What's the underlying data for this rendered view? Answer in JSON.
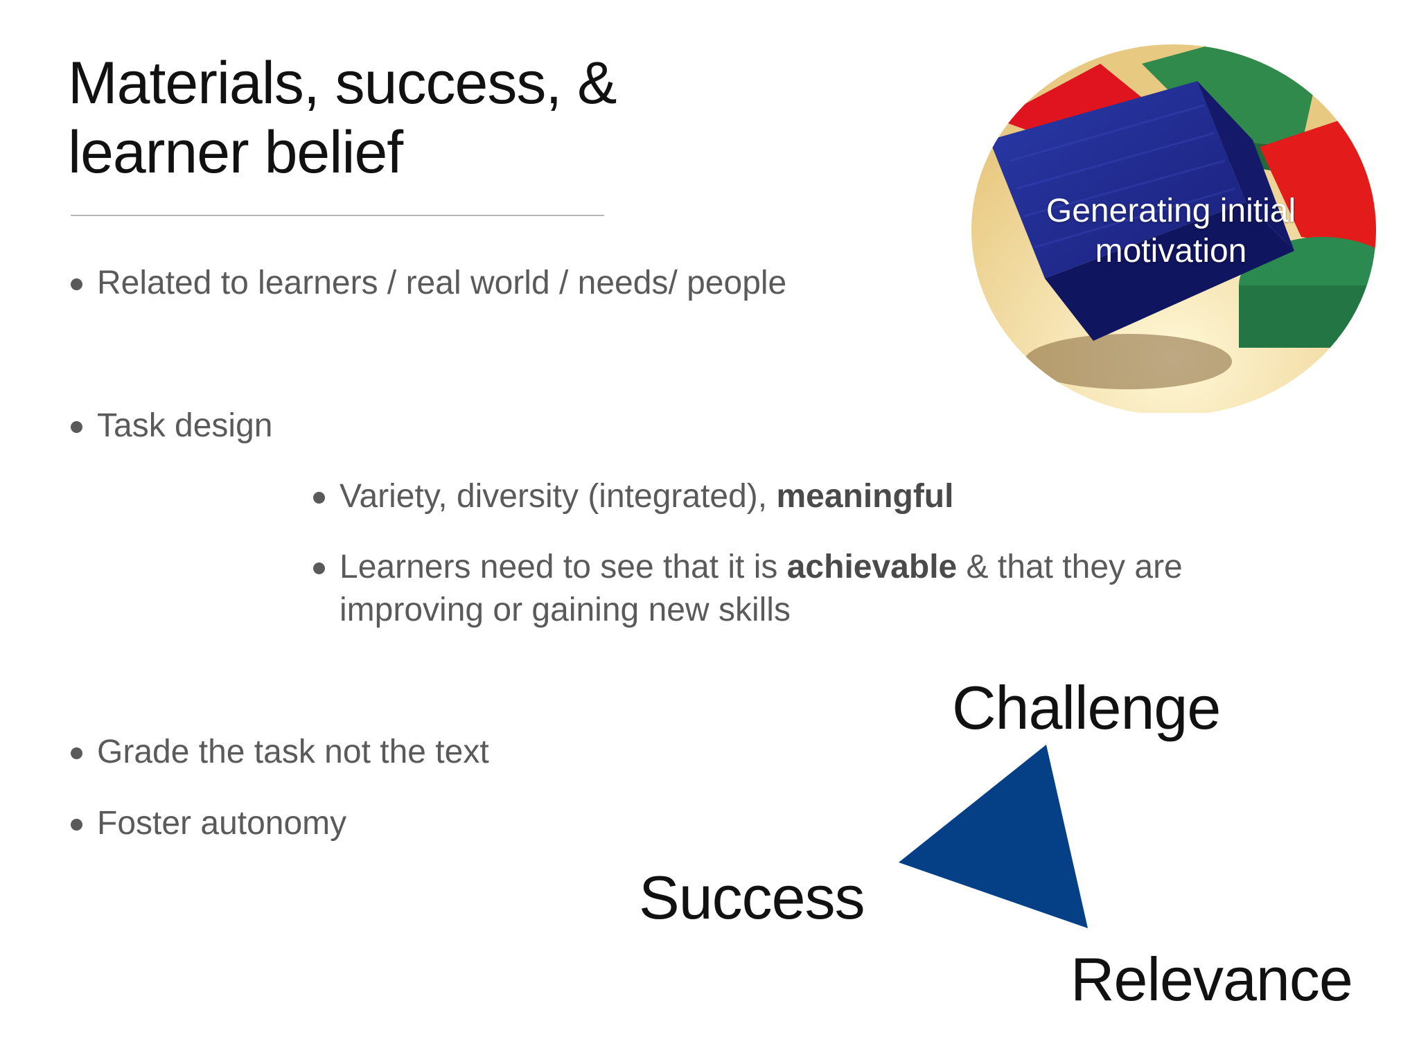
{
  "slide": {
    "title_line1": "Materials, success, &",
    "title_line2": "learner belief",
    "bullets": {
      "b1": "Related to learners / real world / needs/ people",
      "b2": "Task design",
      "b3_text": "Variety, diversity (integrated), ",
      "b3_bold": "meaningful",
      "b4_text1": "Learners need to see that it is ",
      "b4_bold": "achievable",
      "b4_text2": " & that they are improving or gaining new skills",
      "b5": "Grade the task not the text",
      "b6": "Foster autonomy"
    },
    "image": {
      "caption": "Generating initial motivation",
      "icon": "wooden-blocks-photo"
    },
    "triangle": {
      "top_label": "Challenge",
      "left_label": "Success",
      "bottom_label": "Relevance",
      "color": "#053f86"
    }
  }
}
